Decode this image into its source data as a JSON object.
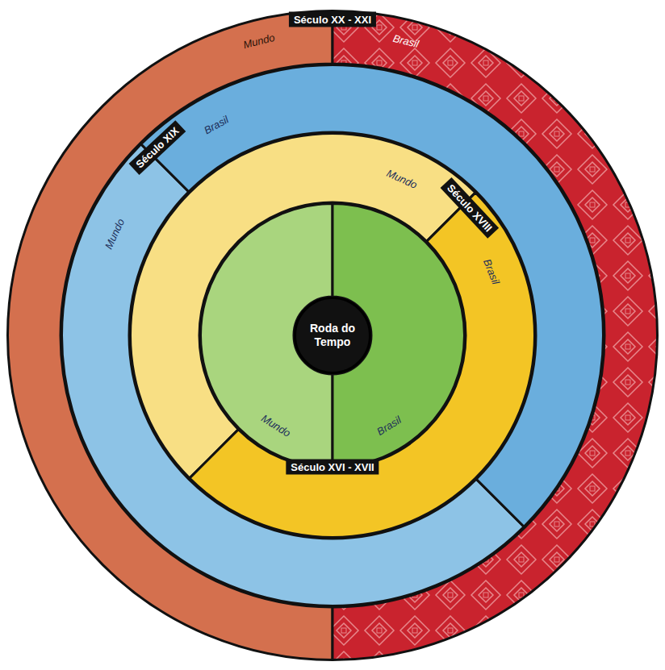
{
  "diagram": {
    "nodes": [
      {
        "text": [
          "Século XX - XXI"
        ]
      },
      {
        "text": [
          "Mundo"
        ],
        "in": 0
      },
      {
        "text": [
          "Brasil"
        ],
        "in": 0
      },
      {
        "text": [
          "Século XIX"
        ],
        "in": 0
      },
      {
        "text": [
          "Mundo"
        ],
        "in": 3
      },
      {
        "text": [
          "Brasil"
        ],
        "in": 3
      },
      {
        "text": [
          "Século XVIII"
        ],
        "in": 3
      },
      {
        "text": [
          "Mundo"
        ],
        "in": 6
      },
      {
        "text": [
          "Brasil"
        ],
        "in": 6
      },
      {
        "text": [
          "Século XVI - XVII"
        ],
        "in": 6
      },
      {
        "text": [
          "Mundo"
        ],
        "in": 9
      },
      {
        "text": [
          "Brasil"
        ],
        "in": 9
      },
      {
        "text": [
          "Roda do Tempo"
        ],
        "in": 9
      }
    ]
  }
}
